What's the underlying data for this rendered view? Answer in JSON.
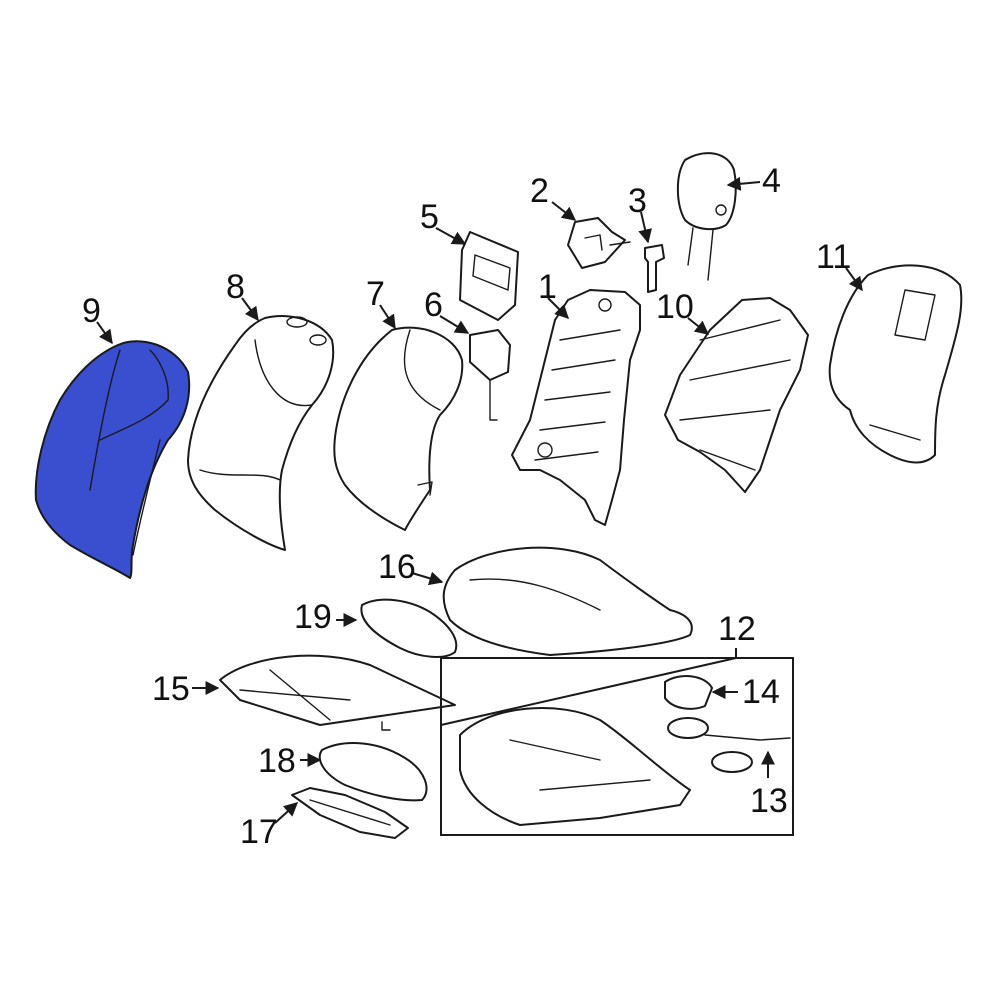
{
  "diagram": {
    "highlight_color": "#3a4fcf",
    "line_color": "#1a1a1a",
    "background": "#ffffff",
    "callouts": [
      {
        "id": "c1",
        "label": "1"
      },
      {
        "id": "c2",
        "label": "2"
      },
      {
        "id": "c3",
        "label": "3"
      },
      {
        "id": "c4",
        "label": "4"
      },
      {
        "id": "c5",
        "label": "5"
      },
      {
        "id": "c6",
        "label": "6"
      },
      {
        "id": "c7",
        "label": "7"
      },
      {
        "id": "c8",
        "label": "8"
      },
      {
        "id": "c9",
        "label": "9",
        "highlighted": true
      },
      {
        "id": "c10",
        "label": "10"
      },
      {
        "id": "c11",
        "label": "11"
      },
      {
        "id": "c12",
        "label": "12"
      },
      {
        "id": "c13",
        "label": "13"
      },
      {
        "id": "c14",
        "label": "14"
      },
      {
        "id": "c15",
        "label": "15"
      },
      {
        "id": "c16",
        "label": "16"
      },
      {
        "id": "c17",
        "label": "17"
      },
      {
        "id": "c18",
        "label": "18"
      },
      {
        "id": "c19",
        "label": "19"
      }
    ]
  }
}
